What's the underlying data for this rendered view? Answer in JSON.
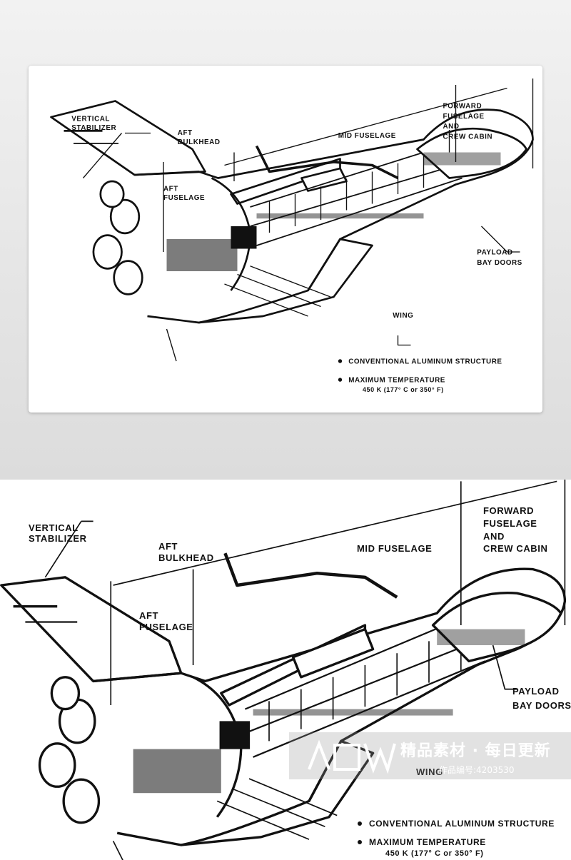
{
  "labels": {
    "vertical_stabilizer_1": "VERTICAL",
    "vertical_stabilizer_2": "STABILIZER",
    "aft_bulkhead_1": "AFT",
    "aft_bulkhead_2": "BULKHEAD",
    "aft_fuselage_1": "AFT",
    "aft_fuselage_2": "FUSELAGE",
    "mid_fuselage": "MID FUSELAGE",
    "forward_1": "FORWARD",
    "forward_2": "FUSELAGE",
    "forward_3": "AND",
    "forward_4": "CREW CABIN",
    "payload_1": "PAYLOAD",
    "payload_2": "BAY DOORS",
    "wing": "WING"
  },
  "notes": {
    "bullet_1": "CONVENTIONAL ALUMINUM STRUCTURE",
    "bullet_2_line1": "MAXIMUM TEMPERATURE",
    "bullet_2_line2": "450 K (177° C or 350° F)"
  },
  "watermark": {
    "brand": "精品素材 · 每日更新",
    "id_line": "作品编号:4203530"
  }
}
